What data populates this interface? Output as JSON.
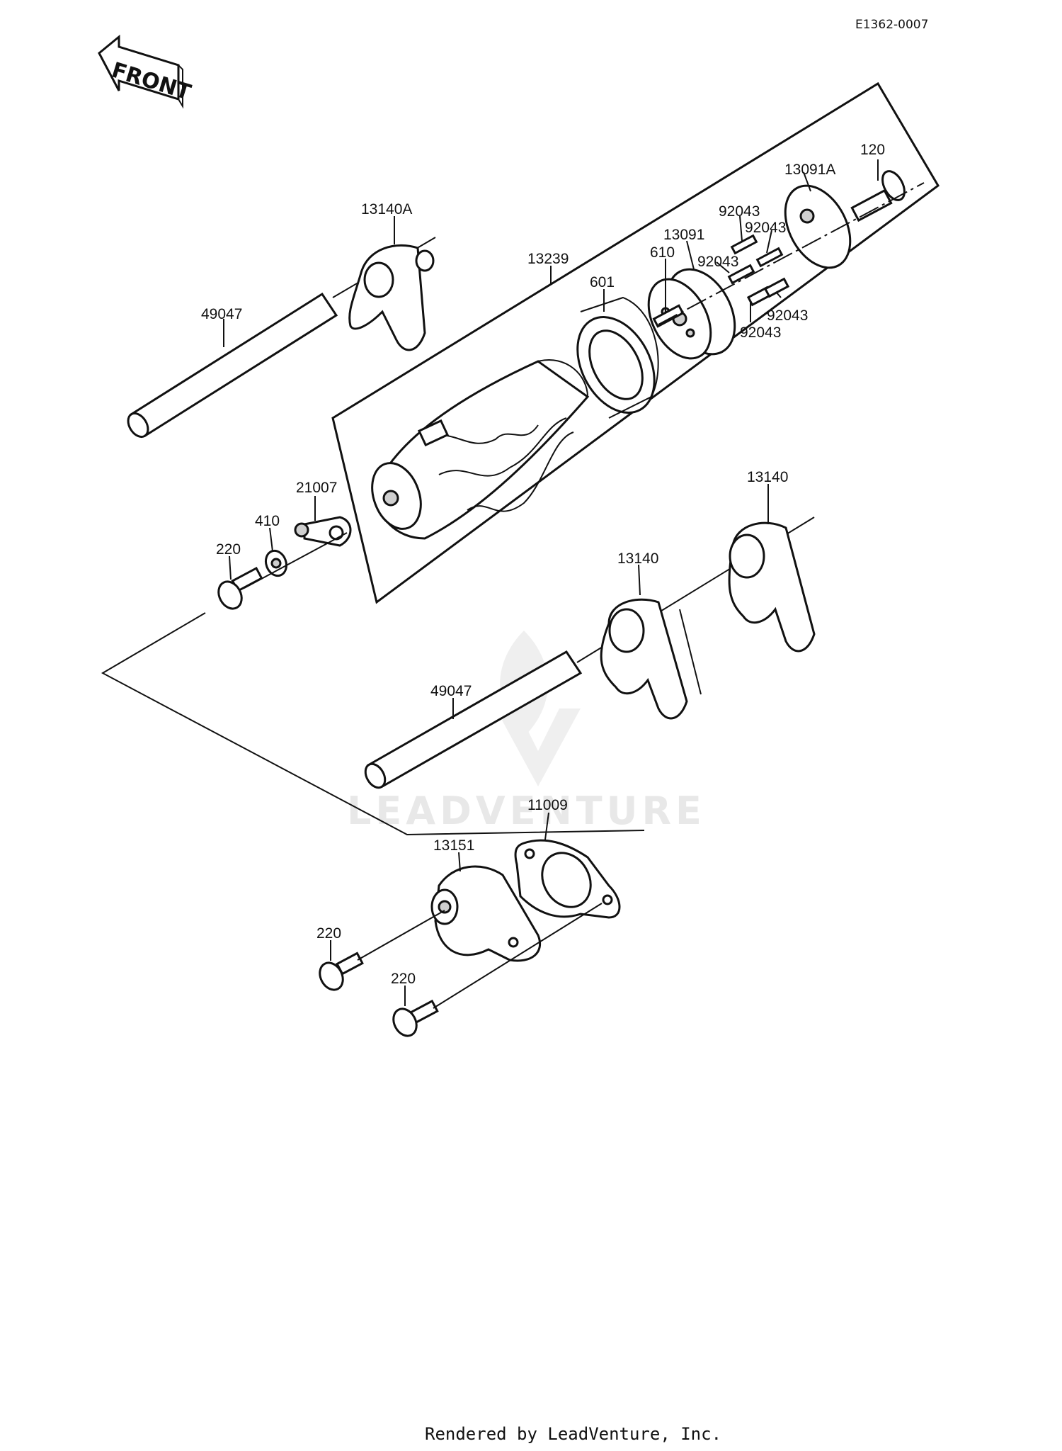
{
  "diagram_code": "E1362-0007",
  "front_label": "FRONT",
  "watermark": "LEADVENTURE",
  "footer": "Rendered by LeadVenture, Inc.",
  "callouts": {
    "p120": "120",
    "p13091a": "13091A",
    "p92043_a": "92043",
    "p92043_b": "92043",
    "p92043_c": "92043",
    "p92043_d": "92043",
    "p92043_e": "92043",
    "p13091": "13091",
    "p610": "610",
    "p13239": "13239",
    "p601": "601",
    "p13140a": "13140A",
    "p49047_top": "49047",
    "p21007": "21007",
    "p410": "410",
    "p220_top": "220",
    "p13140_right": "13140",
    "p13140_mid": "13140",
    "p49047_bottom": "49047",
    "p11009": "11009",
    "p13151": "13151",
    "p220_left": "220",
    "p220_bottom": "220"
  }
}
